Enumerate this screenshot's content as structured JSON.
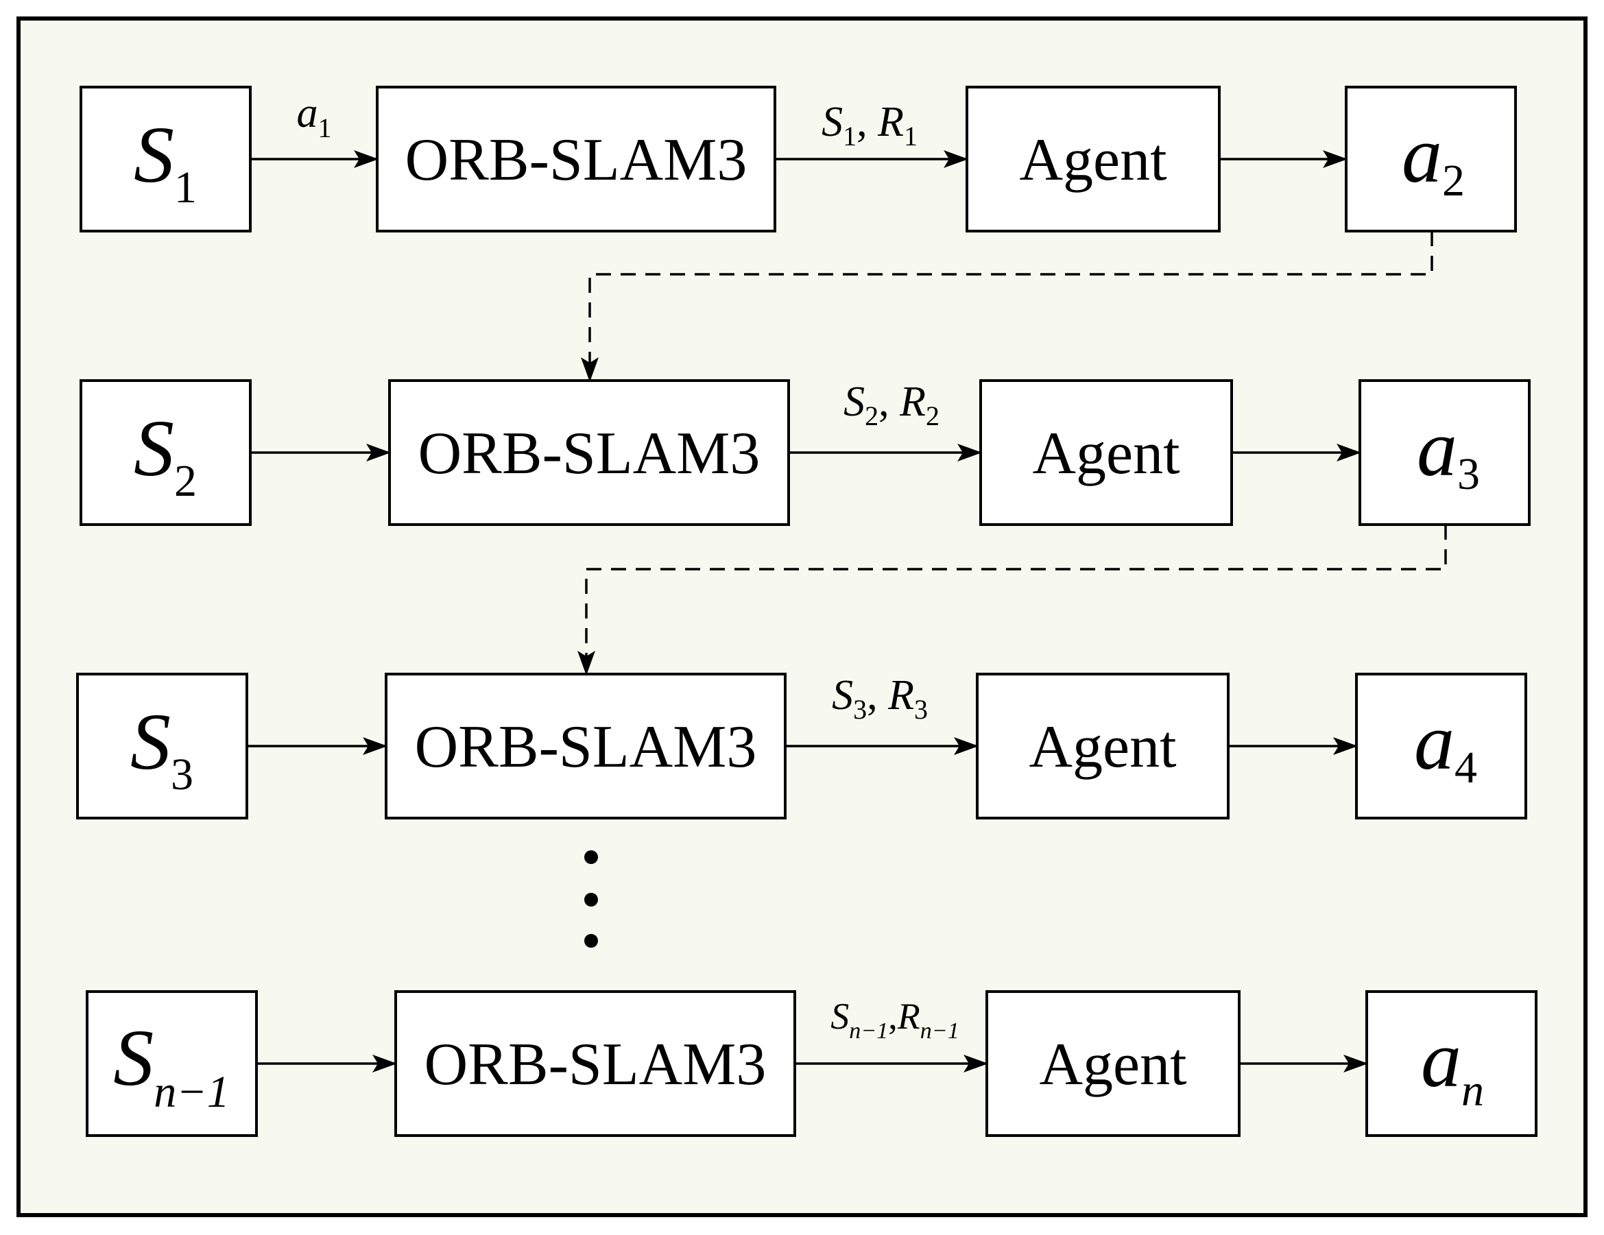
{
  "rows": [
    {
      "state": {
        "base": "S",
        "sub": "1"
      },
      "input_label": {
        "base": "a",
        "sub": "1"
      },
      "slam_label": "ORB-SLAM3",
      "mid_label": {
        "s_base": "S",
        "s_sub": "1",
        "sep": ",",
        "r_base": "R",
        "r_sub": "1"
      },
      "agent_label": "Agent",
      "action": {
        "base": "a",
        "sub": "2"
      }
    },
    {
      "state": {
        "base": "S",
        "sub": "2"
      },
      "slam_label": "ORB-SLAM3",
      "mid_label": {
        "s_base": "S",
        "s_sub": "2",
        "sep": ",",
        "r_base": "R",
        "r_sub": "2"
      },
      "agent_label": "Agent",
      "action": {
        "base": "a",
        "sub": "3"
      }
    },
    {
      "state": {
        "base": "S",
        "sub": "3"
      },
      "slam_label": "ORB-SLAM3",
      "mid_label": {
        "s_base": "S",
        "s_sub": "3",
        "sep": ",",
        "r_base": "R",
        "r_sub": "3"
      },
      "agent_label": "Agent",
      "action": {
        "base": "a",
        "sub": "4"
      }
    },
    {
      "state": {
        "base": "S",
        "sub": "n−1"
      },
      "slam_label": "ORB-SLAM3",
      "mid_label": {
        "s_base": "S",
        "s_sub": "n−1",
        "sep": ",",
        "r_base": "R",
        "r_sub": "n−1"
      },
      "agent_label": "Agent",
      "action": {
        "base": "a",
        "sub": "n"
      }
    }
  ],
  "colors": {
    "background": "#f7f9f0",
    "stroke": "#000000"
  }
}
